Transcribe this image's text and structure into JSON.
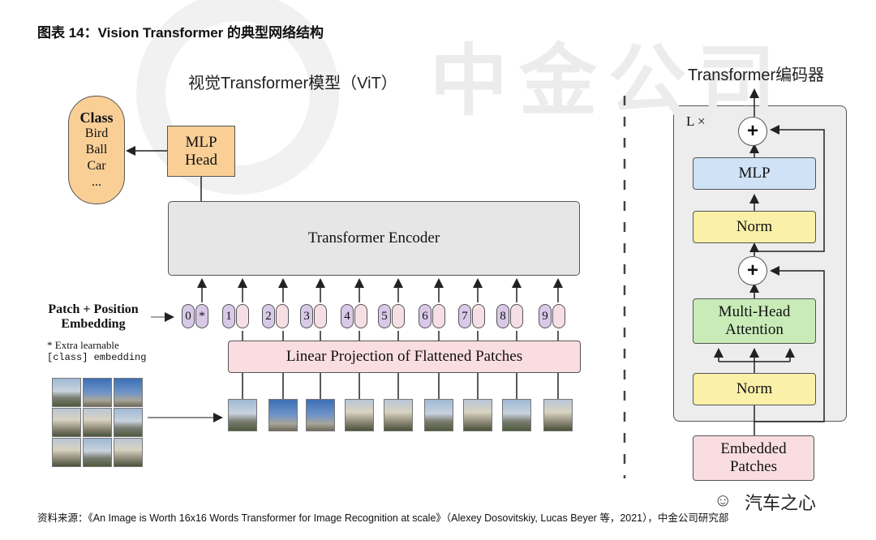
{
  "figure_title": "图表 14：Vision Transformer  的典型网络结构",
  "watermark": "中金公司",
  "vit_title": "视觉Transformer模型（ViT）",
  "encoder_title": "Transformer编码器",
  "class_box": {
    "heading": "Class",
    "items": [
      "Bird",
      "Ball",
      "Car",
      "..."
    ]
  },
  "mlp_head": "MLP\nHead",
  "transformer_encoder": "Transformer Encoder",
  "patch_position_label": "Patch + Position\nEmbedding",
  "extra_learnable_line1": "* Extra learnable",
  "extra_learnable_line2": "[class] embedding",
  "linear_projection": "Linear Projection of Flattened Patches",
  "position_tokens": [
    "0",
    "1",
    "2",
    "3",
    "4",
    "5",
    "6",
    "7",
    "8",
    "9"
  ],
  "class_token_marker": "*",
  "encoder_block": {
    "repeat_label": "L ×",
    "plus": "+",
    "mlp": "MLP",
    "norm_top": "Norm",
    "multi_head": "Multi-Head\nAttention",
    "norm_bottom": "Norm",
    "embedded_patches": "Embedded\nPatches"
  },
  "colors": {
    "mlp_head_fill": "#f9cf96",
    "class_fill": "#f9cf96",
    "encoder_fill": "#e6e6e6",
    "projection_fill": "#f9dde1",
    "token_number_fill": "#d9c9e8",
    "token_vector_fill": "#f5dfe4",
    "mlp_fill": "#cfe2f6",
    "norm_fill": "#fbf0a8",
    "attention_fill": "#c8ebb8",
    "embedded_fill": "#f9dde1",
    "block_bg": "#ededed"
  },
  "caption": "资料来源：《An Image is Worth 16x16 Words Transformer for Image Recognition at scale》（Alexey Dosovitskiy, Lucas Beyer 等，2021），中金公司研究部",
  "brand": "汽车之心"
}
